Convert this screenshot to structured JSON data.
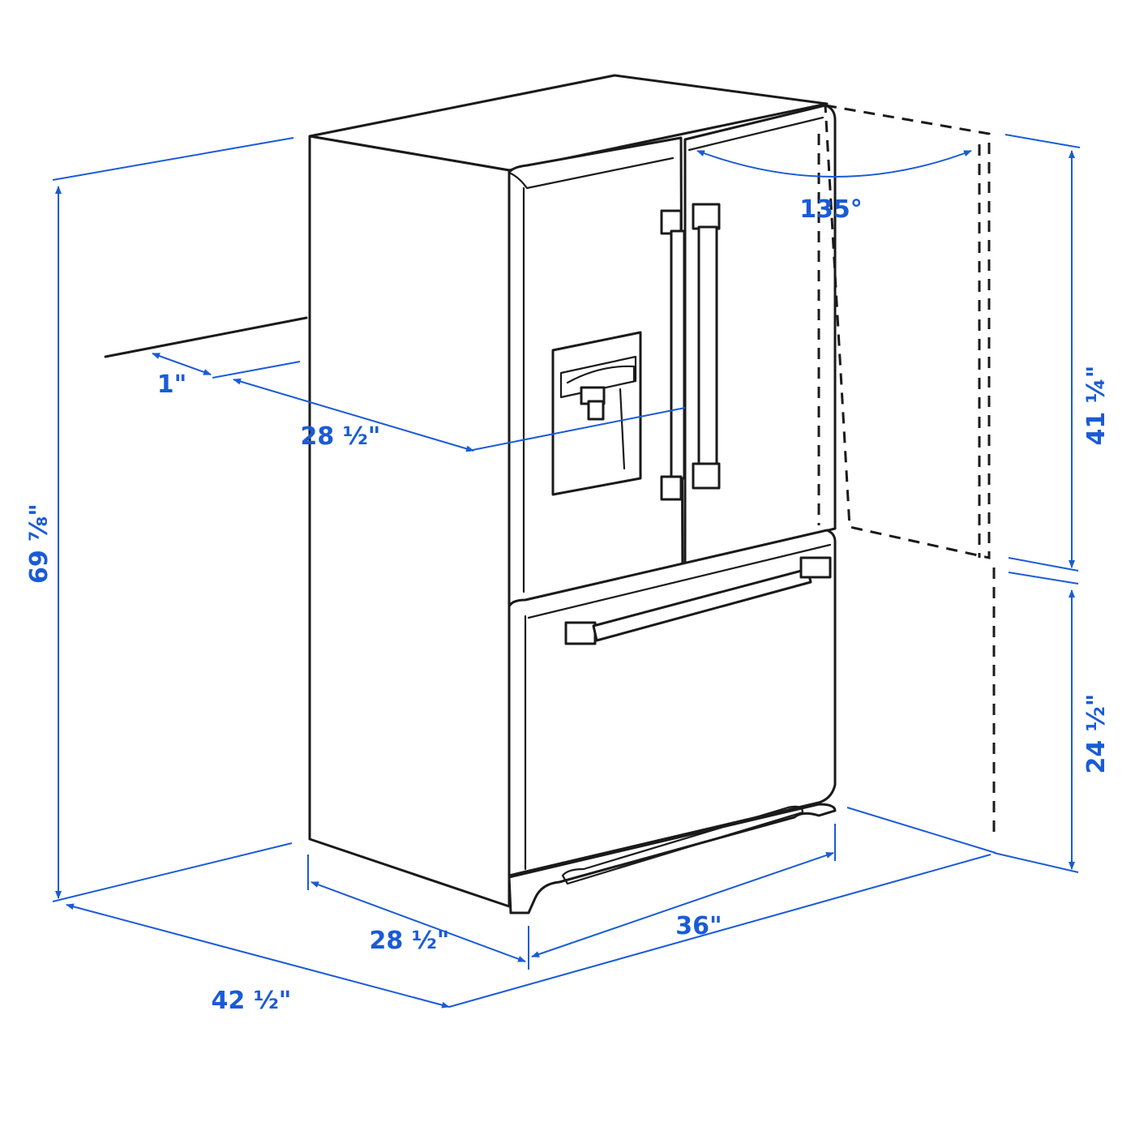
{
  "colors": {
    "dimension": "#1a5bd6",
    "outline": "#1a1a1a",
    "background": "#ffffff"
  },
  "dimensions": {
    "total_height": "69 ⅞\"",
    "door_open_angle": "135°",
    "wall_gap": "1\"",
    "depth_without_doors": "28 ½\"",
    "depth_with_doors": "28 ½\"",
    "width": "36\"",
    "depth_doors_open": "42 ½\"",
    "upper_door_height": "41 ¼\"",
    "drawer_height": "24 ½\""
  }
}
